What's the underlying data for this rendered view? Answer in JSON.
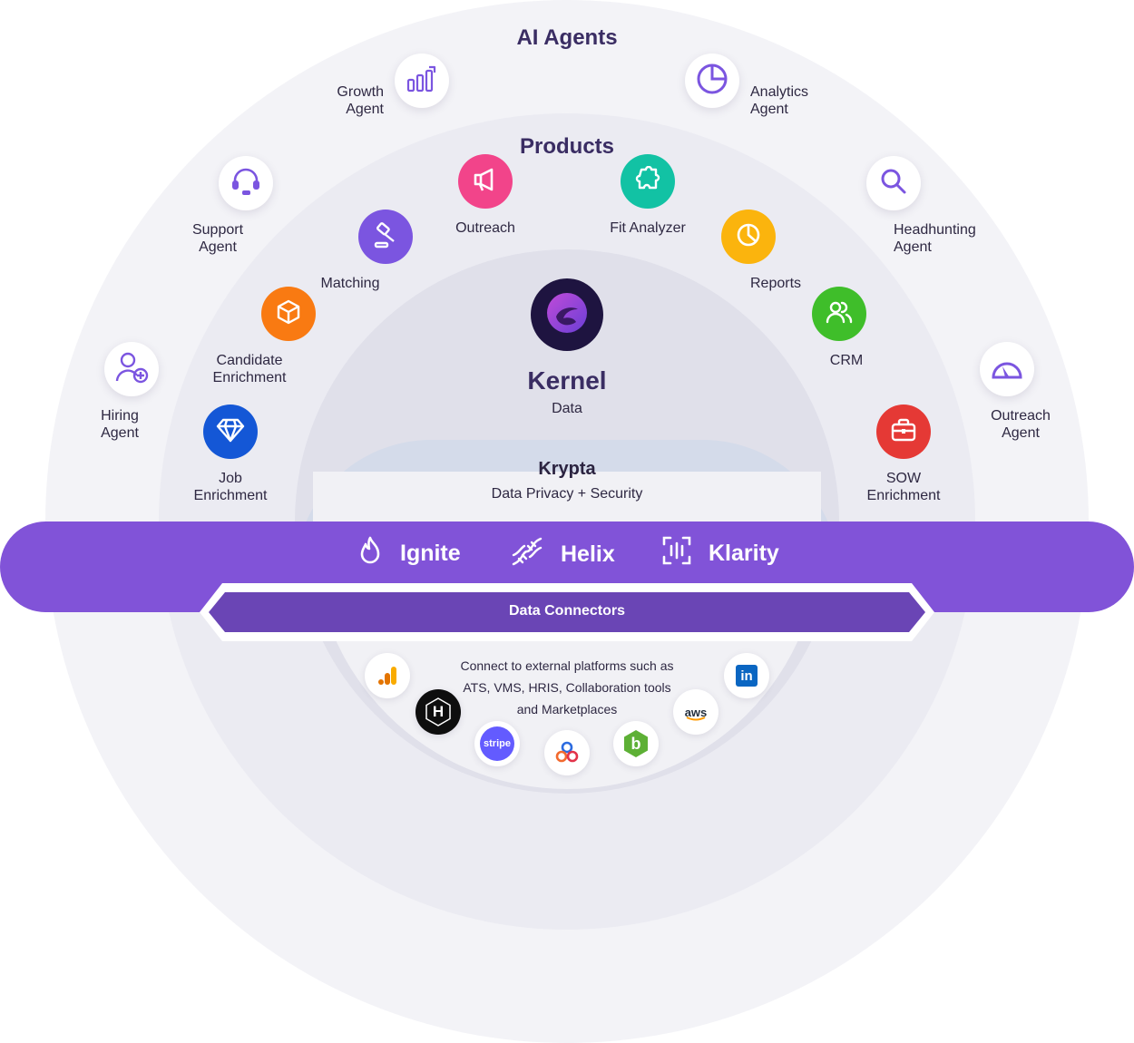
{
  "ai_agents": {
    "title": "AI Agents",
    "items": [
      {
        "label": "Growth\nAgent",
        "icon": "growth-chart-icon"
      },
      {
        "label": "Analytics\nAgent",
        "icon": "pie-chart-icon"
      },
      {
        "label": "Support\nAgent",
        "icon": "headset-icon"
      },
      {
        "label": "Headhunting\nAgent",
        "icon": "search-icon"
      },
      {
        "label": "Hiring\nAgent",
        "icon": "user-add-icon"
      },
      {
        "label": "Outreach\nAgent",
        "icon": "gauge-icon"
      }
    ]
  },
  "products": {
    "title": "Products",
    "items": [
      {
        "label": "Outreach",
        "icon": "megaphone-icon",
        "color": "#F2448A"
      },
      {
        "label": "Fit Analyzer",
        "icon": "puzzle-icon",
        "color": "#12C2A4"
      },
      {
        "label": "Matching",
        "icon": "gavel-icon",
        "color": "#7B55E0"
      },
      {
        "label": "Reports",
        "icon": "report-pie-icon",
        "color": "#FBB40D"
      },
      {
        "label": "Candidate\nEnrichment",
        "icon": "box-icon",
        "color": "#F97A12"
      },
      {
        "label": "CRM",
        "icon": "users-icon",
        "color": "#3FBE2A"
      },
      {
        "label": "Job\nEnrichment",
        "icon": "diamond-icon",
        "color": "#1457D6"
      },
      {
        "label": "SOW\nEnrichment",
        "icon": "briefcase-icon",
        "color": "#E53935"
      }
    ]
  },
  "kernel": {
    "title": "Kernel",
    "subtitle": "Data",
    "icon": "kernel-logo-icon"
  },
  "krypta": {
    "title": "Krypta",
    "subtitle": "Data Privacy + Security"
  },
  "platform_bar": {
    "color": "#8153D8",
    "items": [
      {
        "label": "Ignite",
        "icon": "flame-icon"
      },
      {
        "label": "Helix",
        "icon": "dna-icon"
      },
      {
        "label": "Klarity",
        "icon": "scan-icon"
      }
    ]
  },
  "data_connectors": {
    "title": "Data Connectors",
    "description": "Connect to external platforms such as\nATS, VMS, HRIS, Collaboration tools\nand Marketplaces",
    "logos": [
      {
        "name": "google-analytics-icon",
        "text": ""
      },
      {
        "name": "hackerrank-icon",
        "text": "H"
      },
      {
        "name": "stripe-icon",
        "text": "stripe"
      },
      {
        "name": "circles-icon",
        "text": ""
      },
      {
        "name": "bullhorn-icon",
        "text": "b"
      },
      {
        "name": "aws-icon",
        "text": "aws"
      },
      {
        "name": "linkedin-icon",
        "text": "in"
      }
    ]
  }
}
